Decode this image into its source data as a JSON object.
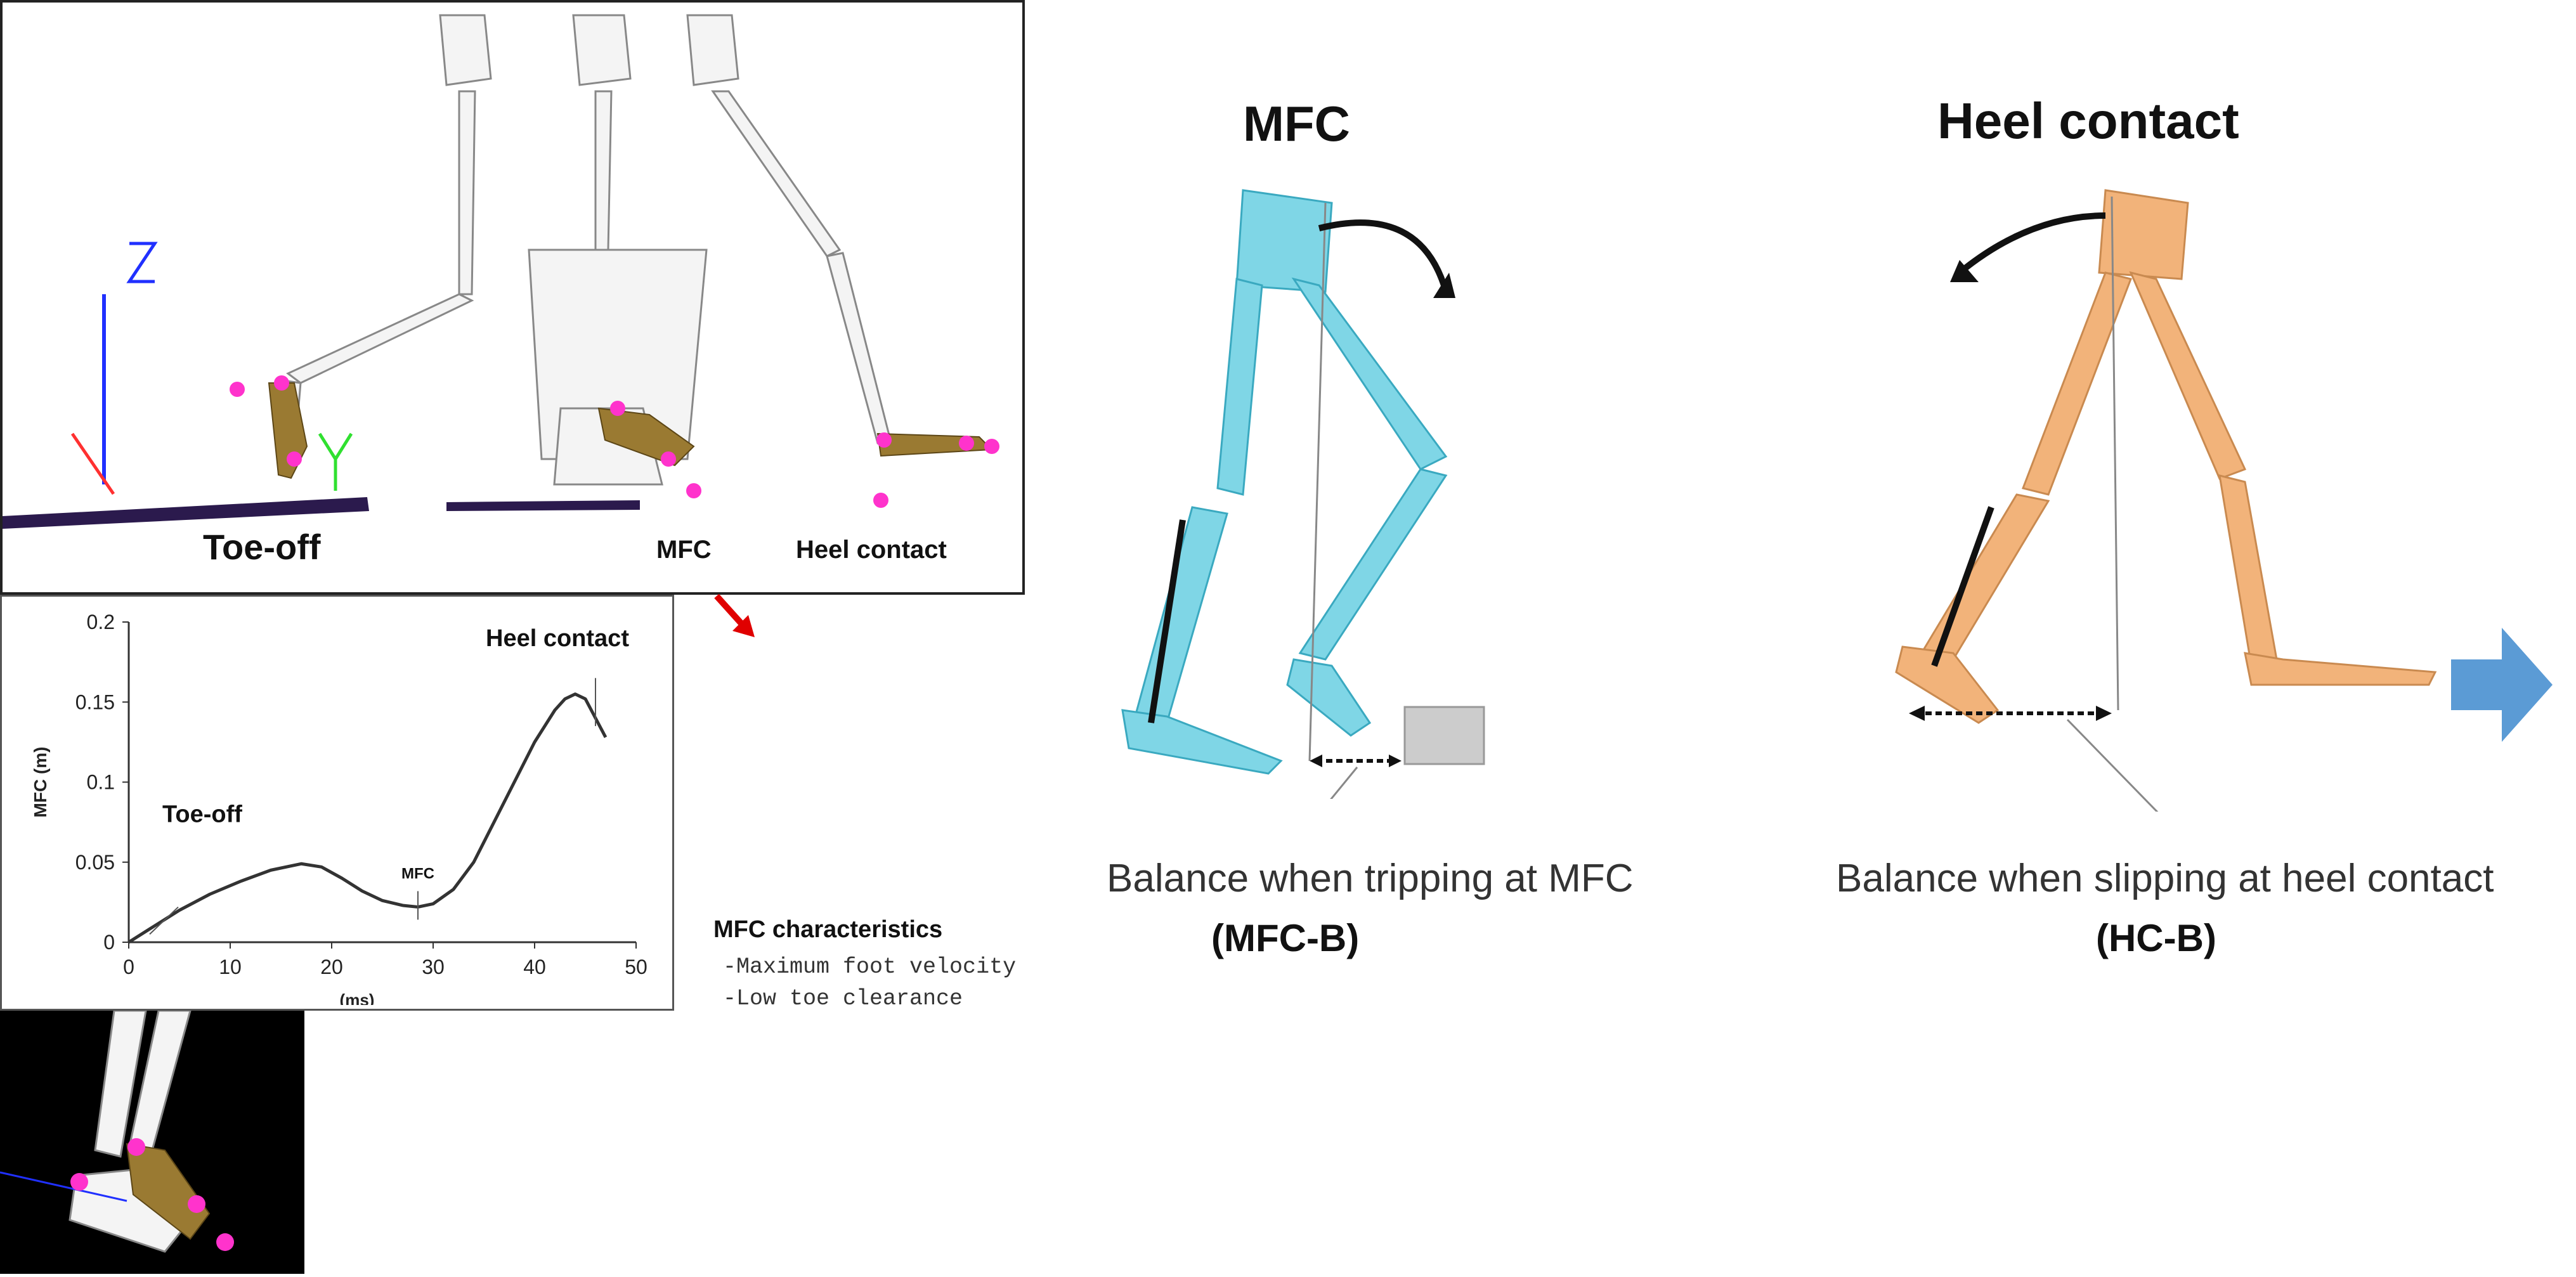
{
  "top_panel": {
    "toe_off_label": "Toe-off",
    "mfc_label": "MFC",
    "heel_contact_label": "Heel contact"
  },
  "chart_data": {
    "type": "line",
    "title": "",
    "xlabel": "(ms)",
    "ylabel": "MFC (m)",
    "xlim": [
      0,
      50
    ],
    "ylim": [
      0,
      0.2
    ],
    "x_ticks": [
      "0",
      "10",
      "20",
      "30",
      "40",
      "50"
    ],
    "y_ticks": [
      "0",
      "0.05",
      "0.1",
      "0.15",
      "0.2"
    ],
    "grid": false,
    "series": [
      {
        "x": [
          0,
          2,
          5,
          8,
          11,
          14,
          17,
          19,
          21,
          23,
          25,
          27,
          28.5,
          30,
          32,
          34,
          36,
          38,
          40,
          42,
          43,
          44,
          45,
          46,
          47
        ],
        "y": [
          0,
          0.008,
          0.02,
          0.03,
          0.038,
          0.045,
          0.049,
          0.047,
          0.04,
          0.032,
          0.026,
          0.023,
          0.022,
          0.024,
          0.033,
          0.05,
          0.075,
          0.1,
          0.125,
          0.145,
          0.152,
          0.155,
          0.152,
          0.14,
          0.128
        ]
      }
    ],
    "annotations": [
      {
        "text": "Toe-off",
        "x": 3,
        "y": 0.018
      },
      {
        "text": "MFC",
        "x": 28.5,
        "y": 0.022
      },
      {
        "text": "Heel contact",
        "x": 46,
        "y": 0.15
      }
    ]
  },
  "mfc_characteristics": {
    "title": "MFC characteristics",
    "items": [
      "-Maximum foot velocity",
      "-Low toe clearance"
    ]
  },
  "mfc_balance": {
    "heading": "MFC",
    "caption": "Balance when tripping at MFC",
    "code": "(MFC-B)"
  },
  "hc_balance": {
    "heading": "Heel contact",
    "caption": "Balance when slipping at heel contact",
    "code": "(HC-B)"
  },
  "colors": {
    "marker": "#ff33cc",
    "foot_bone": "#9a7a32",
    "cyan_skeleton": "#7fd6e6",
    "orange_skeleton": "#f2b37a",
    "arrow_blue": "#5b9bd5",
    "arrow_red": "#e00000"
  }
}
